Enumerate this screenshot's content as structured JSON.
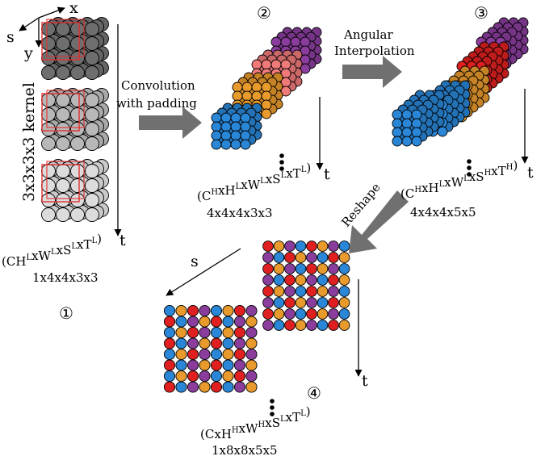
{
  "axes": {
    "x": "x",
    "y": "y",
    "s": "s",
    "t": "t"
  },
  "kernel_label": "3x3x3x3 kernel",
  "stages": [
    {
      "number": "①",
      "dims": [
        "1",
        "4",
        "4",
        "3",
        "3"
      ],
      "shape": "1x4x4x3x3"
    },
    {
      "number": "②",
      "dims": [
        "4",
        "4",
        "4",
        "3",
        "3"
      ],
      "shape": "4x4x4x3x3"
    },
    {
      "number": "③",
      "dims": [
        "4",
        "4",
        "4",
        "5",
        "5"
      ],
      "shape": "4x4x4x5x5"
    },
    {
      "number": "④",
      "dims": [
        "1",
        "8",
        "8",
        "5",
        "5"
      ],
      "shape": "1x8x8x5x5"
    }
  ],
  "formulas": {
    "f1": [
      [
        "C",
        ""
      ],
      [
        "",
        ""
      ],
      [
        "H",
        "L"
      ],
      [
        "x",
        ""
      ],
      [
        "W",
        "L"
      ],
      [
        "x",
        ""
      ],
      [
        "S",
        "L"
      ],
      [
        "x",
        ""
      ],
      [
        "T",
        "L"
      ]
    ],
    "f2": [
      [
        "C",
        "H"
      ],
      [
        "x",
        ""
      ],
      [
        "H",
        "L"
      ],
      [
        "x",
        ""
      ],
      [
        "W",
        "L"
      ],
      [
        "x",
        ""
      ],
      [
        "S",
        "L"
      ],
      [
        "x",
        ""
      ],
      [
        "T",
        "L"
      ]
    ],
    "f3": [
      [
        "C",
        "H"
      ],
      [
        "x",
        ""
      ],
      [
        "H",
        "L"
      ],
      [
        "x",
        ""
      ],
      [
        "W",
        "L"
      ],
      [
        "x",
        ""
      ],
      [
        "S",
        "H"
      ],
      [
        "x",
        ""
      ],
      [
        "T",
        "H"
      ]
    ],
    "f4": [
      [
        "C",
        ""
      ],
      [
        "x",
        ""
      ],
      [
        "H",
        "H"
      ],
      [
        "x",
        ""
      ],
      [
        "W",
        "H"
      ],
      [
        "x",
        ""
      ],
      [
        "S",
        "L"
      ],
      [
        "x",
        ""
      ],
      [
        "T",
        "L"
      ]
    ]
  },
  "arrows": {
    "conv_line1": "Convolution",
    "conv_line2": "with  padding",
    "interp_line1": "Angular",
    "interp_line2": "Interpolation",
    "reshape": "Reshape"
  },
  "colors": {
    "gray_dark": "#6e6e6e",
    "gray_mid": "#b8b8b8",
    "gray_light": "#dcdcdc",
    "kernel_box": "#e03030",
    "blue": "#2a86d6",
    "orange": "#e89a2c",
    "red": "#e02020",
    "pink": "#f07a7a",
    "purple": "#8a3d9c",
    "arrow_fill": "#707070"
  }
}
